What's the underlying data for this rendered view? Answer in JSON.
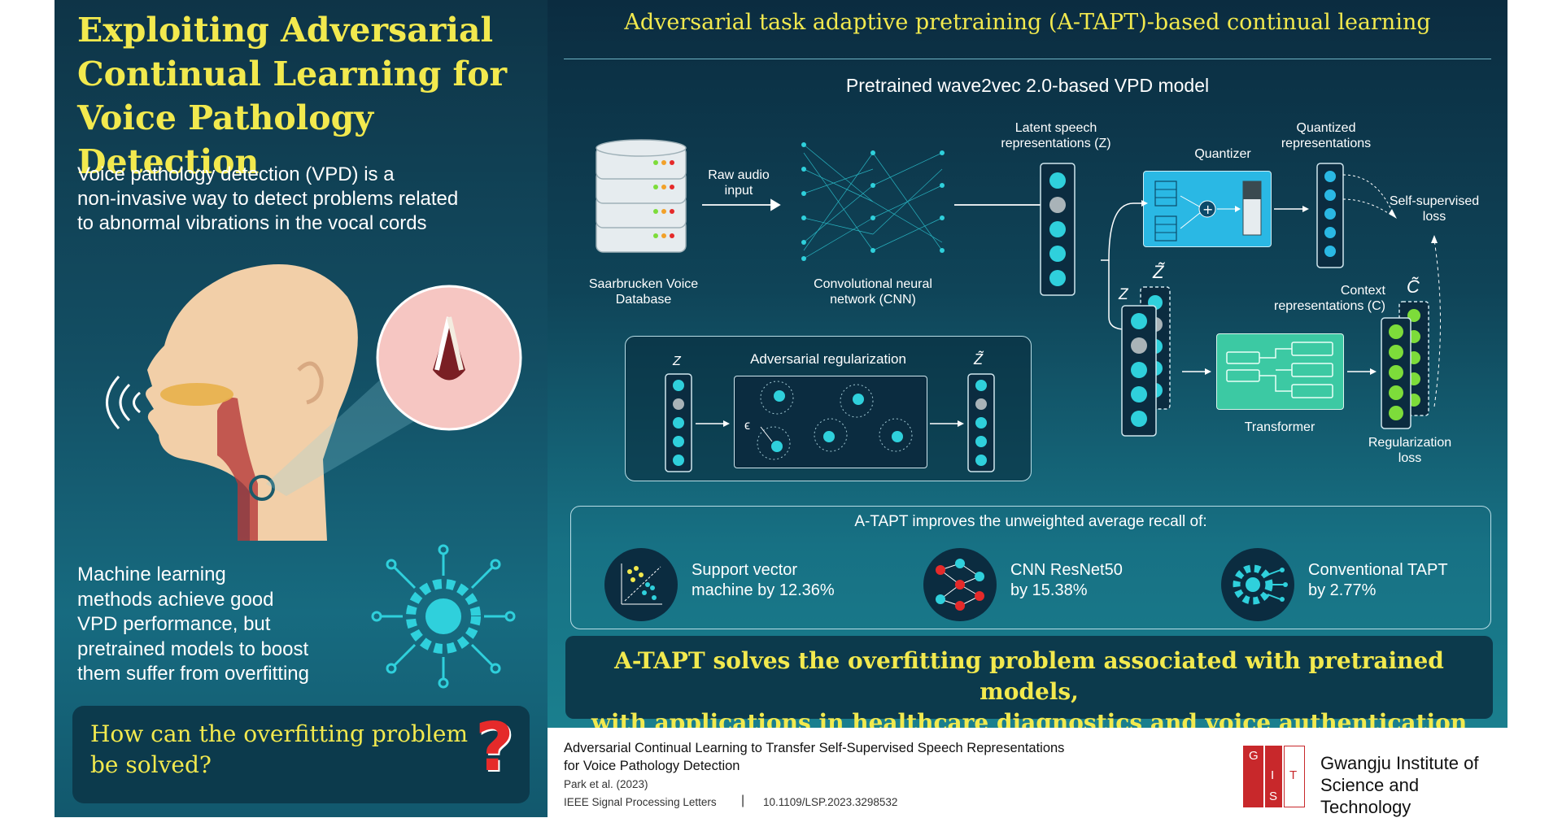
{
  "left": {
    "title_line1": "Exploiting Adversarial",
    "title_line2": "Continual Learning for",
    "title_line3": "Voice Pathology Detection",
    "intro_line1": "Voice pathology detection (VPD) is a",
    "intro_line2": "non-invasive way to detect problems related",
    "intro_line3": "to abnormal vibrations in the vocal cords",
    "ml_line1": "Machine learning",
    "ml_line2": "methods achieve good",
    "ml_line3": "VPD performance, but",
    "ml_line4": "pretrained models to boost",
    "ml_line5": "them suffer from overfitting",
    "question_line1": "How can  the overfitting problem",
    "question_line2": "be solved?",
    "question_mark": "?"
  },
  "right": {
    "header": "Adversarial task adaptive pretraining (A-TAPT)-based continual learning",
    "subheader": "Pretrained wave2vec 2.0-based VPD model",
    "db_label_line1": "Saarbrucken Voice",
    "db_label_line2": "Database",
    "raw_line1": "Raw audio",
    "raw_line2": "input",
    "cnn_line1": "Convolutional neural",
    "cnn_line2": "network (CNN)",
    "latent_line1": "Latent speech",
    "latent_line2": "representations (Z)",
    "quantizer": "Quantizer",
    "quantized_line1": "Quantized",
    "quantized_line2": "representations",
    "ss_line1": "Self-supervised",
    "ss_line2": "loss",
    "z_label": "Z",
    "z_tilde": "Z̃",
    "c_tilde": "C̃",
    "context_line1": "Context",
    "context_line2": "representations (C)",
    "transformer": "Transformer",
    "reg_line1": "Regularization",
    "reg_line2": "loss",
    "adv_title": "Adversarial regularization",
    "adv_z": "Z",
    "adv_z_tilde": "Z̃",
    "epsilon": "ϵ",
    "improves": "A-TAPT improves the unweighted average recall of:",
    "svm_line1": "Support vector",
    "svm_line2": "machine by 12.36%",
    "cnn_res_line1": "CNN ResNet50",
    "cnn_res_line2": "by 15.38%",
    "tapt_line1": "Conventional TAPT",
    "tapt_line2": "by 2.77%",
    "banner_line1": "A-TAPT solves the overfitting problem associated with pretrained models,",
    "banner_line2": "with applications in healthcare diagnostics and voice authentication"
  },
  "footer": {
    "paper_line1": "Adversarial Continual Learning to Transfer Self-Supervised Speech Representations",
    "paper_line2": "for Voice Pathology Detection",
    "authors": "Park et al. (2023)",
    "journal": "IEEE Signal Processing Letters",
    "separator": "|",
    "doi": "10.1109/LSP.2023.3298532",
    "logo_g": "G",
    "logo_i": "I",
    "logo_s": "S",
    "logo_t": "T",
    "inst_line1": "Gwangju Institute of",
    "inst_line2": "Science and Technology"
  },
  "colors": {
    "yellow": "#f2e94e",
    "cyan": "#2fd0dc",
    "green": "#7ddc3a",
    "gist_red": "#c8282b"
  }
}
